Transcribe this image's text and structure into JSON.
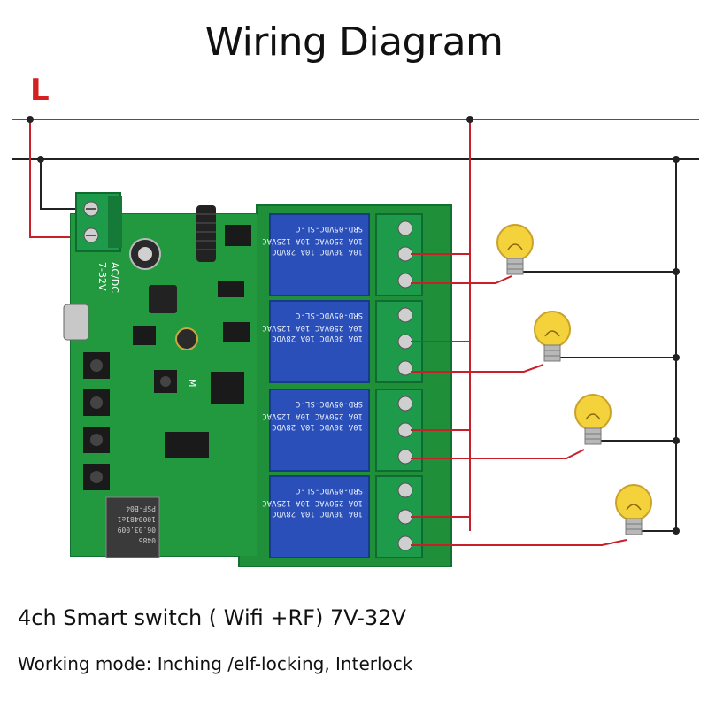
{
  "title": "Wiring Diagram",
  "line_label": "L",
  "caption": "4ch Smart switch (  Wifi +RF) 7V-32V",
  "working_mode": "Working mode: Inching /elf-locking, Interlock",
  "board": {
    "power_label_1": "AC/DC",
    "power_label_2": "7-32V",
    "mark_m": "M",
    "relay_model": "SRD-05VDC-SL-C",
    "relay_rating_1": "10A 250VAC  10A 125VAC",
    "relay_rating_2": "10A 30VDC  10A 28VDC",
    "wifi_module_lines": [
      "PSF-B04",
      "1000481e1",
      "06.03.009",
      "0485"
    ]
  },
  "colors": {
    "live_wire": "#c8202a",
    "neutral_wire": "#222222",
    "pcb": "#1f8f3a",
    "relay": "#2a4fb8",
    "terminal": "#1d9a4a",
    "bulb_glass": "#f3d23c"
  },
  "icons": {
    "bulb": "light-bulb-icon",
    "relay": "relay-icon",
    "terminal": "screw-terminal-icon"
  }
}
